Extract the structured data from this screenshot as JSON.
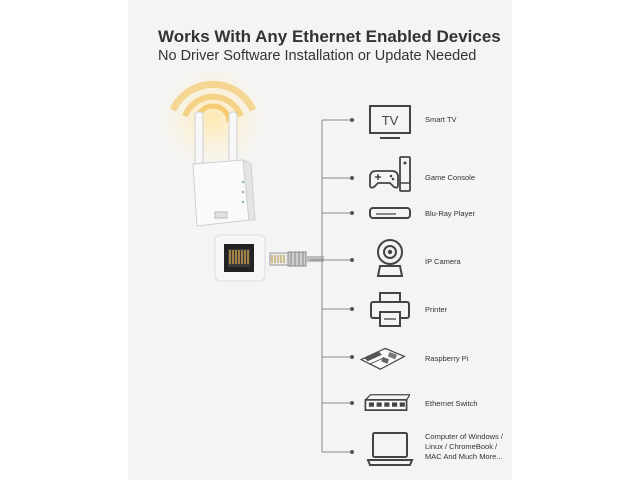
{
  "header": {
    "title": "Works With Any Ethernet Enabled Devices",
    "subtitle": "No Driver Software Installation or Update Needed"
  },
  "devices": [
    {
      "label": "Smart TV",
      "icon": "tv-icon",
      "icon_text": "TV"
    },
    {
      "label": "Game Console",
      "icon": "game-console-icon"
    },
    {
      "label": "Blu-Ray Player",
      "icon": "bluray-player-icon"
    },
    {
      "label": "IP Camera",
      "icon": "ip-camera-icon"
    },
    {
      "label": "Printer",
      "icon": "printer-icon"
    },
    {
      "label": "Raspberry Pi",
      "icon": "raspberry-pi-icon"
    },
    {
      "label": "Ethernet Switch",
      "icon": "ethernet-switch-icon"
    },
    {
      "label": "Computer of Windows /\nLinux / ChromeBook /\nMAC And Much More...",
      "icon": "laptop-icon"
    }
  ],
  "colors": {
    "panel": "#f4f4f4",
    "line": "#888888",
    "icon": "#444444",
    "glow": "#f5c25a"
  }
}
